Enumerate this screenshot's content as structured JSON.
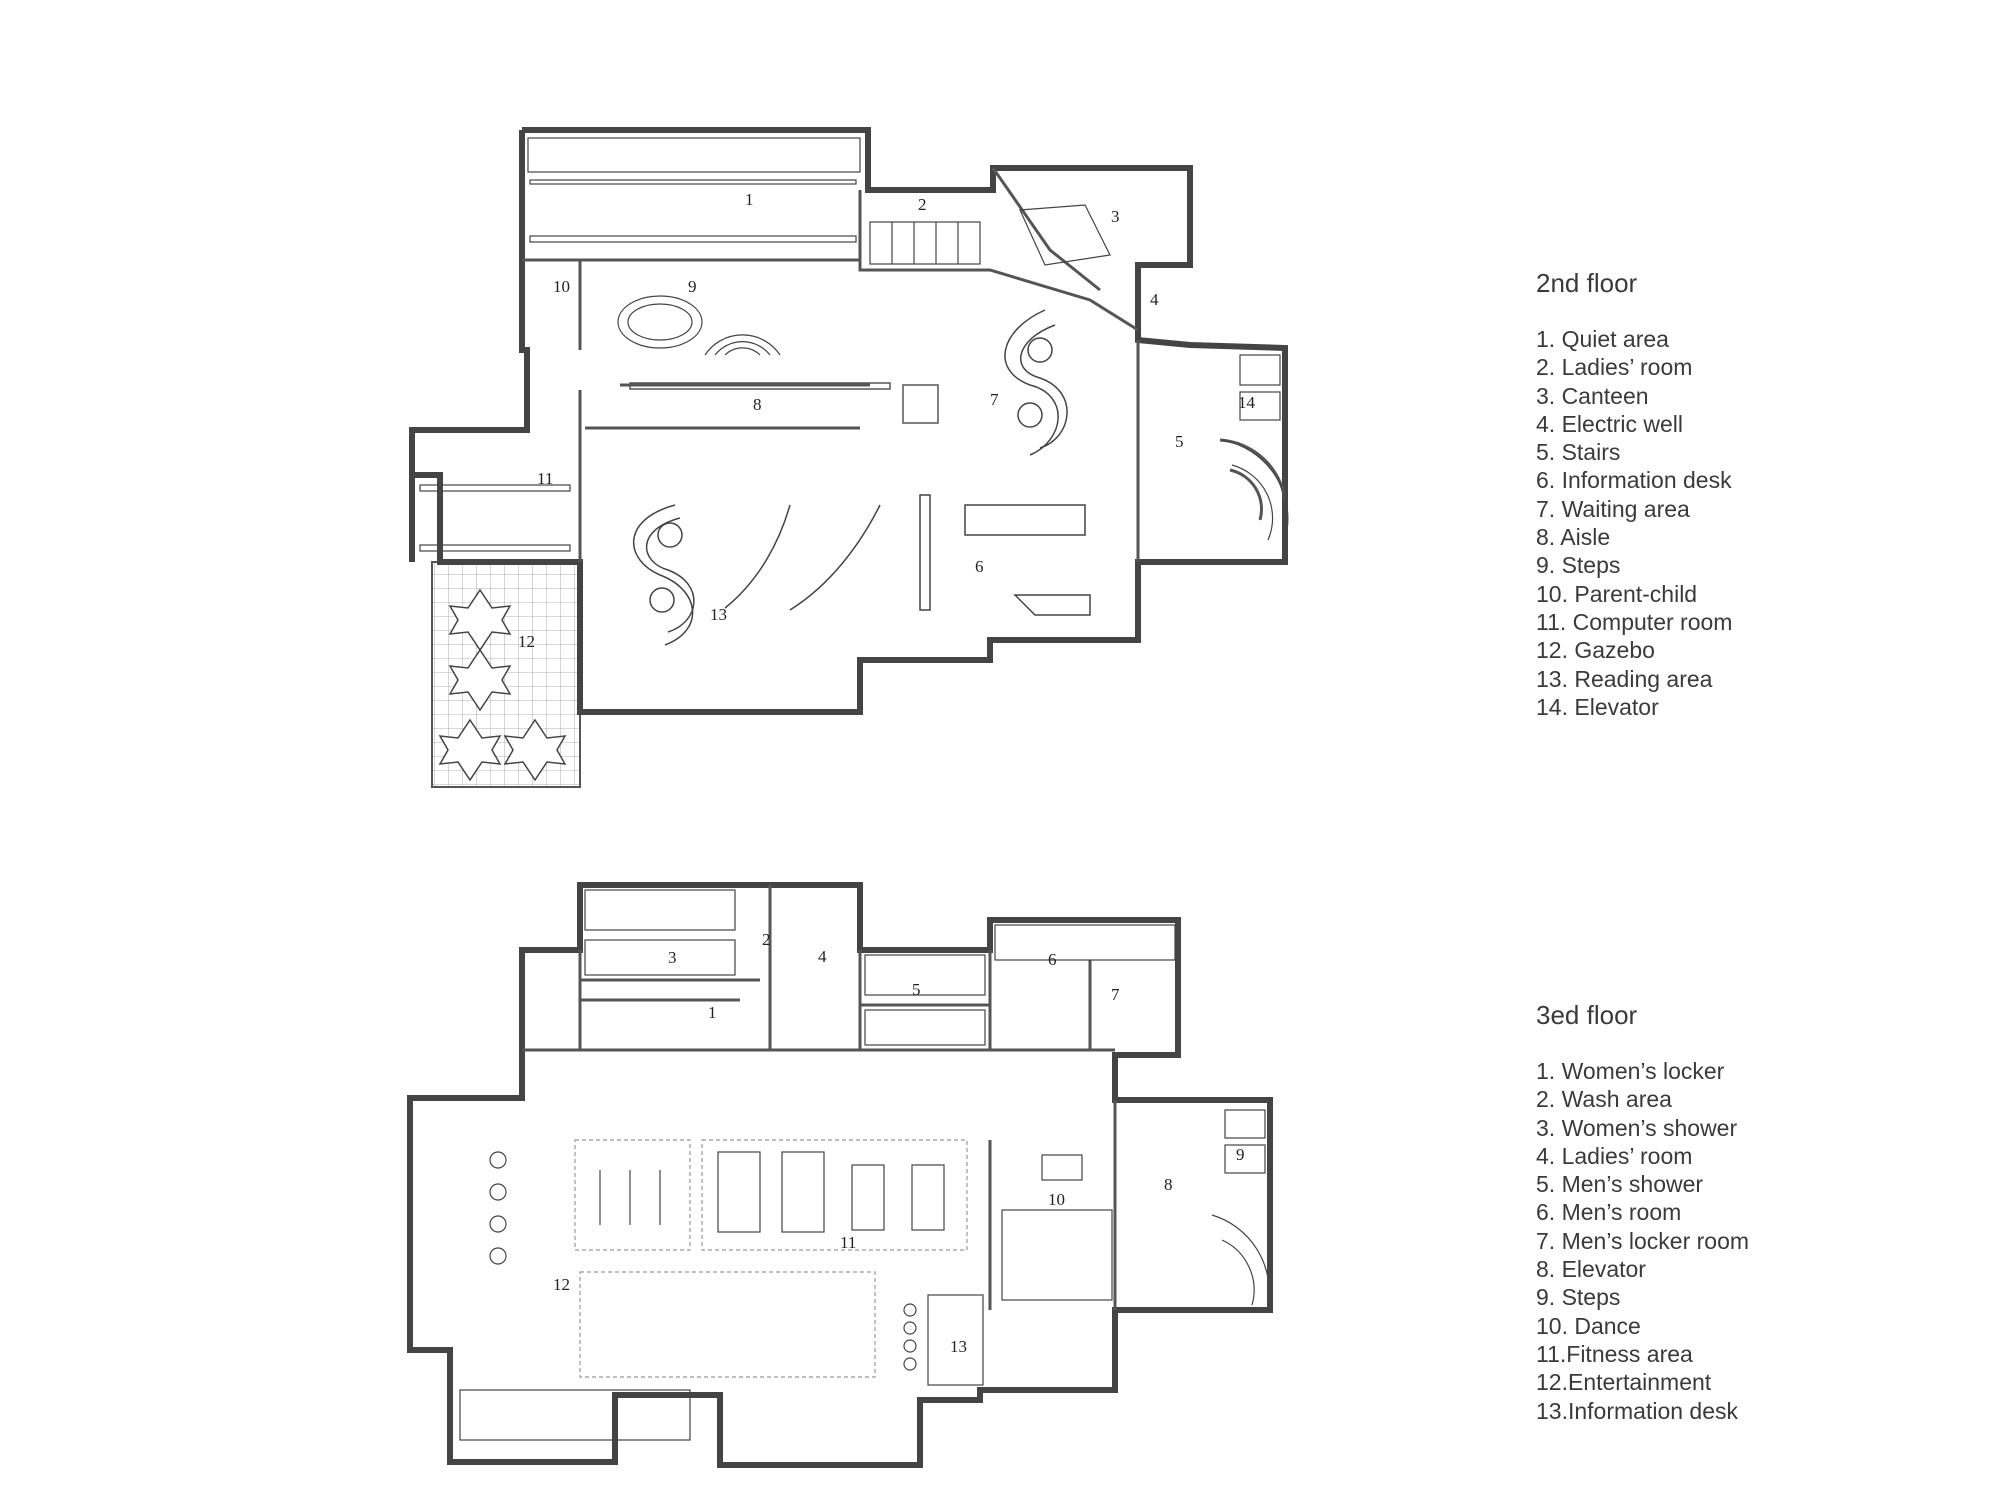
{
  "floors": [
    {
      "title": "2nd floor",
      "legend": [
        "1. Quiet area",
        "2. Ladies’ room",
        "3. Canteen",
        "4. Electric well",
        "5. Stairs",
        "6. Information desk",
        "7. Waiting area",
        "8. Aisle",
        "9. Steps",
        "10. Parent-child",
        "11. Computer room",
        "12. Gazebo",
        "13. Reading area",
        "14. Elevator"
      ],
      "plan_labels": [
        "1",
        "2",
        "3",
        "4",
        "5",
        "6",
        "7",
        "8",
        "9",
        "10",
        "11",
        "12",
        "13",
        "14"
      ]
    },
    {
      "title": "3ed floor",
      "legend": [
        "1. Women’s locker",
        "2. Wash area",
        "3. Women’s shower",
        "4. Ladies’ room",
        "5. Men’s shower",
        "6. Men’s room",
        "7. Men’s locker room",
        "8. Elevator",
        "9. Steps",
        "10. Dance",
        "11.Fitness area",
        "12.Entertainment",
        "13.Information desk"
      ],
      "plan_labels": [
        "1",
        "2",
        "3",
        "4",
        "5",
        "6",
        "7",
        "8",
        "9",
        "10",
        "11",
        "12",
        "13"
      ]
    }
  ],
  "colors": {
    "wall": "#555555",
    "line": "#333333",
    "hatch": "#999999"
  }
}
